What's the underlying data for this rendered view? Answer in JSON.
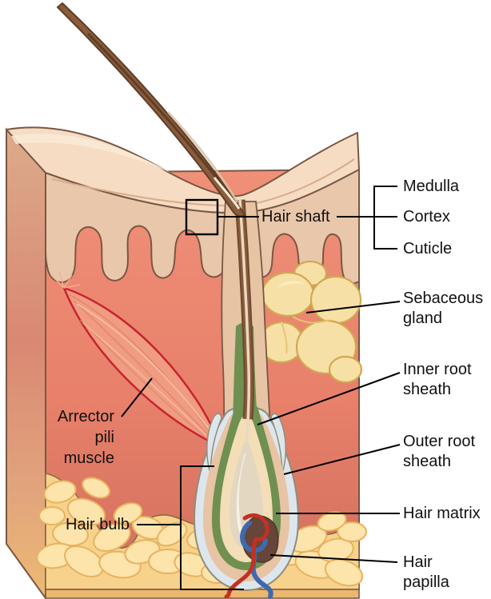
{
  "figure": {
    "type": "anatomical-diagram",
    "subject": "Cross-section of skin showing a hair follicle and associated structures"
  },
  "labels": {
    "hair_shaft": "Hair shaft",
    "medulla": "Medulla",
    "cortex": "Cortex",
    "cuticle": "Cuticle",
    "sebaceous_gland": [
      "Sebaceous",
      "gland"
    ],
    "inner_root_sheath": [
      "Inner root",
      "sheath"
    ],
    "outer_root_sheath": [
      "Outer root",
      "sheath"
    ],
    "hair_matrix": "Hair matrix",
    "hair_papilla": [
      "Hair",
      "papilla"
    ],
    "arrector_pili_muscle": [
      "Arrector",
      "pili",
      "muscle"
    ],
    "hair_bulb": "Hair bulb"
  },
  "colors": {
    "background": "#ffffff",
    "label_text": "#111111",
    "leader_line": "#000000",
    "skin_top_surface": "#f5dcc3",
    "skin_side_face": "#dcab8b",
    "epidermis": "#e9c7ab",
    "dermis": "#ee8e76",
    "hypodermis_fat": "#f7d28c",
    "fat_lobule": "#fce4ab",
    "bottom_edge": "#eab76e",
    "sebaceous_gland": "#f7e0a5",
    "arrector_pili_fill": "#ef9c82",
    "arrector_pili_outline": "#c8232f",
    "hair_brown": "#8a5c3b",
    "hair_dark": "#5f3e28",
    "hair_medulla_cream": "#ead9c0",
    "outer_root_sheath_bluegray": "#dde6ec",
    "inner_root_sheath_green": "#6f9050",
    "follicle_tan": "#e6c4a4",
    "follicle_cream": "#f3deb7",
    "hair_matrix_cream": "#e3d7c2",
    "papilla_brown": "#674539",
    "artery_red": "#c13124",
    "vein_blue": "#3e69af",
    "outline_brown": "#7a5743"
  }
}
